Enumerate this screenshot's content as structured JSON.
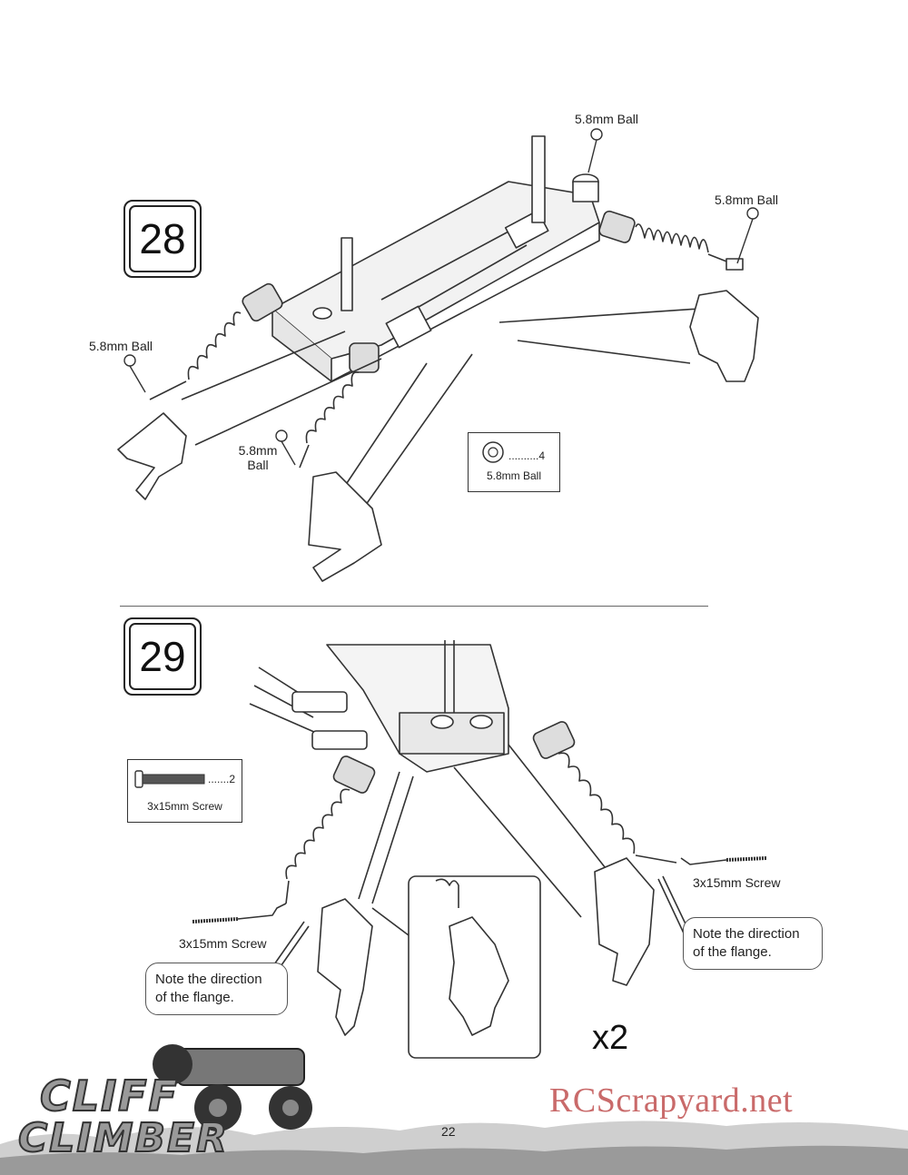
{
  "step28": {
    "number": "28",
    "labels": {
      "ball_top": "5.8mm Ball",
      "ball_right": "5.8mm Ball",
      "ball_left": "5.8mm Ball",
      "ball_mid_line1": "5.8mm",
      "ball_mid_line2": "Ball"
    },
    "parts_box": {
      "qty": "..........4",
      "name": "5.8mm Ball"
    }
  },
  "step29": {
    "number": "29",
    "parts_box": {
      "qty": ".......2",
      "name": "3x15mm Screw"
    },
    "labels": {
      "screw_left": "3x15mm Screw",
      "screw_right": "3x15mm Screw"
    },
    "notes": {
      "left": "Note the direction\nof the flange.",
      "right": "Note the direction\nof the flange."
    },
    "multiplier": "x2"
  },
  "footer": {
    "page_number": "22",
    "watermark": "RCScrapyard.net",
    "logo_line1": "CLIFF",
    "logo_line2": "CLIMBER"
  },
  "icons": [
    "ball-icon",
    "screw-icon"
  ]
}
